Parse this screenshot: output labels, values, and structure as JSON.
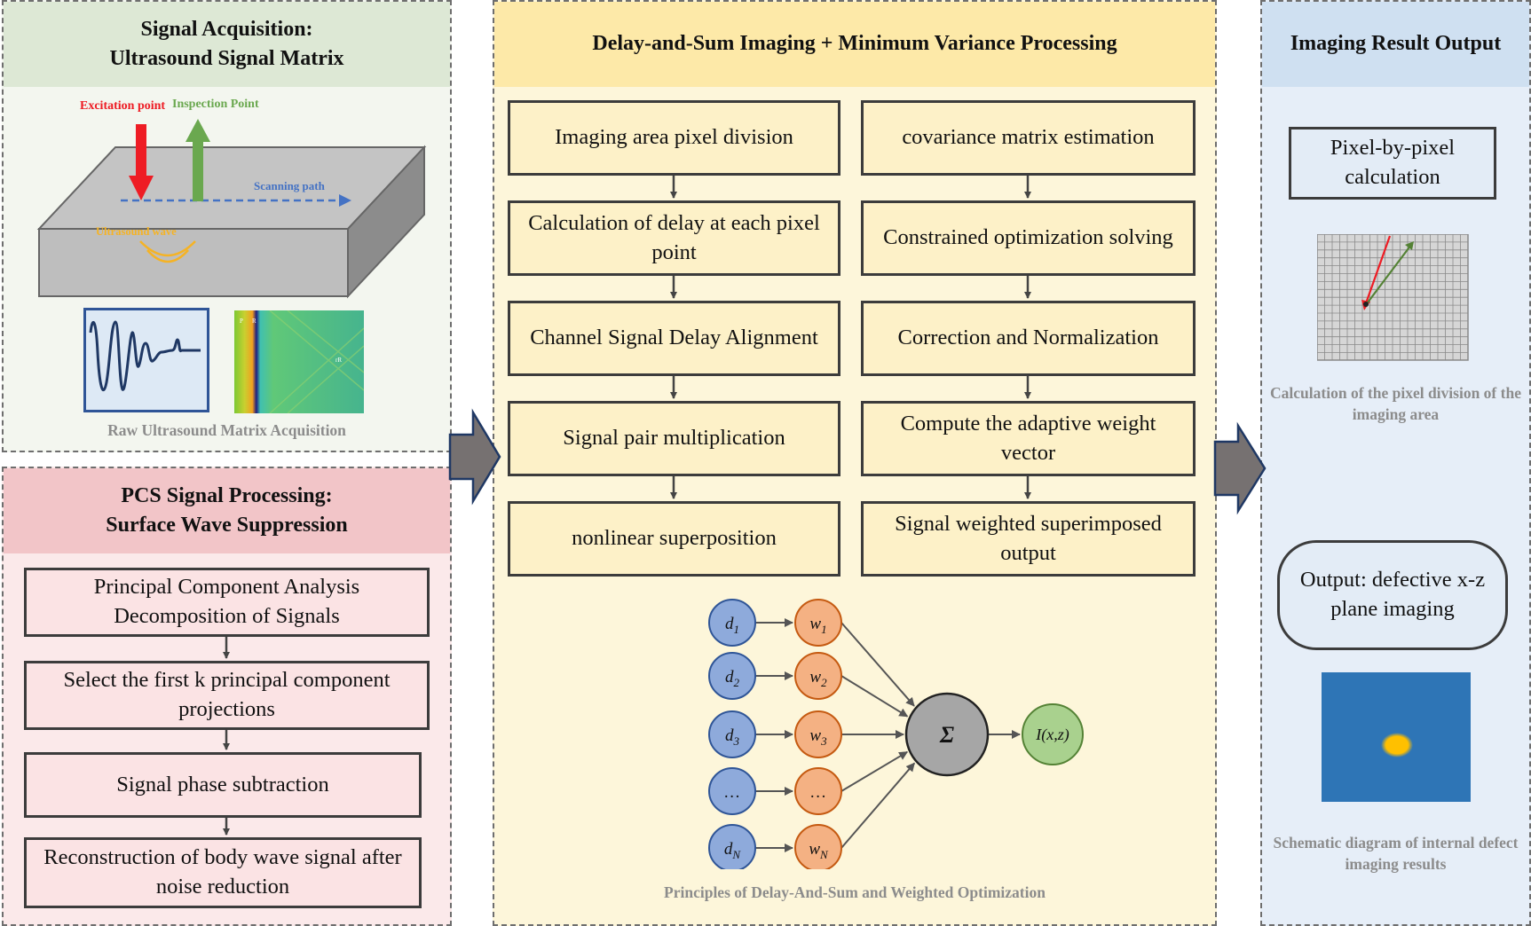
{
  "acquisition": {
    "title": [
      "Signal Acquisition:",
      "Ultrasound Signal Matrix"
    ],
    "excitation_label": "Excitation point",
    "inspection_label": "Inspection Point",
    "scanning_label": "Scanning path",
    "ultrasound_label": "Ultrasound wave",
    "caption": "Raw Ultrasound Matrix Acquisition",
    "colors": {
      "header": "#dde8d5",
      "body": "#f3f6ef",
      "excitation": "#ee1c24",
      "inspection": "#6aa84f",
      "scan": "#4472c4",
      "wave": "#f5b325"
    }
  },
  "pcs": {
    "title": [
      "PCS Signal Processing:",
      "Surface Wave Suppression"
    ],
    "steps": [
      "Principal Component Analysis Decomposition of Signals",
      "Select the first k principal component projections",
      "Signal phase subtraction",
      "Reconstruction of body wave signal after noise reduction"
    ],
    "colors": {
      "header": "#f2c5c8",
      "body": "#fbe9ea"
    }
  },
  "das": {
    "title": "Delay-and-Sum Imaging + Minimum Variance Processing",
    "left_steps": [
      "Imaging area pixel division",
      "Calculation of delay at each pixel point",
      "Channel Signal Delay Alignment",
      "Signal pair multiplication",
      "nonlinear superposition"
    ],
    "right_steps": [
      "covariance matrix estimation",
      "Constrained optimization solving",
      "Correction and Normalization",
      "Compute the adaptive weight vector",
      "Signal weighted superimposed output"
    ],
    "network": {
      "inputs": [
        "d",
        "d",
        "d",
        "…",
        "d"
      ],
      "input_subs": [
        "1",
        "2",
        "3",
        "",
        "N"
      ],
      "weights": [
        "w",
        "w",
        "w",
        "…",
        "w"
      ],
      "weight_subs": [
        "1",
        "2",
        "3",
        "",
        "N"
      ],
      "sum": "Σ",
      "output": "I(x,z)"
    },
    "caption": "Principles of Delay-And-Sum and Weighted Optimization",
    "colors": {
      "header": "#fde9a8",
      "body": "#fdf6da",
      "input": "#8eaadb",
      "weight": "#f4b183",
      "sum": "#a6a6a6",
      "output": "#a9d18e"
    }
  },
  "output": {
    "title": "Imaging Result Output",
    "pixel_box": "Pixel-by-pixel calculation",
    "grid_caption": "Calculation of the pixel division of the imaging area",
    "output_box": "Output: defective x-z plane imaging",
    "result_caption": "Schematic diagram of internal defect imaging results",
    "colors": {
      "header": "#cfe0f1",
      "body": "#e6eef8",
      "result_bg": "#2e75b6",
      "defect": "#ffc000"
    }
  }
}
